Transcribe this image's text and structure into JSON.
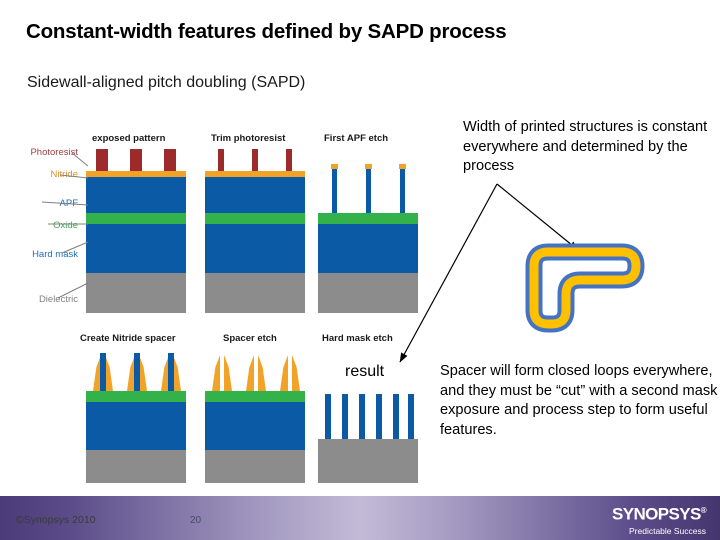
{
  "slide": {
    "title": "Constant-width features defined by SAPD process",
    "subtitle": "Sidewall-aligned pitch doubling (SAPD)"
  },
  "layer_labels": [
    {
      "name": "Photoresist",
      "color": "#a34040"
    },
    {
      "name": "Nitride",
      "color": "#d9902b"
    },
    {
      "name": "APF",
      "color": "#1f6fb5"
    },
    {
      "name": "Oxide",
      "color": "#3faa52"
    },
    {
      "name": "Hard mask",
      "color": "#1f6fb5"
    },
    {
      "name": "Dielectric",
      "color": "#808080"
    }
  ],
  "panels": [
    {
      "title": "exposed pattern"
    },
    {
      "title": "Trim photoresist"
    },
    {
      "title": "First APF etch"
    },
    {
      "title": "Create Nitride spacer"
    },
    {
      "title": "Spacer etch"
    },
    {
      "title": "Hard mask etch"
    }
  ],
  "annotations": {
    "result": "result",
    "callout_top": "Width of printed structures is constant everywhere and determined by the process",
    "callout_bottom": "Spacer will form closed loops everywhere, and they must be “cut” with a second mask exposure and process step to form useful features."
  },
  "loop_graphic": {
    "outline_color": "#4472C4",
    "fill_color": "#FFC000"
  },
  "palette": {
    "photoresist": "#9e2b2b",
    "nitride": "#f2a327",
    "apf": "#0b5aa6",
    "oxide": "#33b14b",
    "hard_mask": "#0b5aa6",
    "dielectric": "#8c8c8c"
  },
  "footer": {
    "copyright": "©Synopsys 2010",
    "slide_number": "20",
    "logo": "SYNOPSYS",
    "logo_registered": "®",
    "tagline": "Predictable Success"
  }
}
